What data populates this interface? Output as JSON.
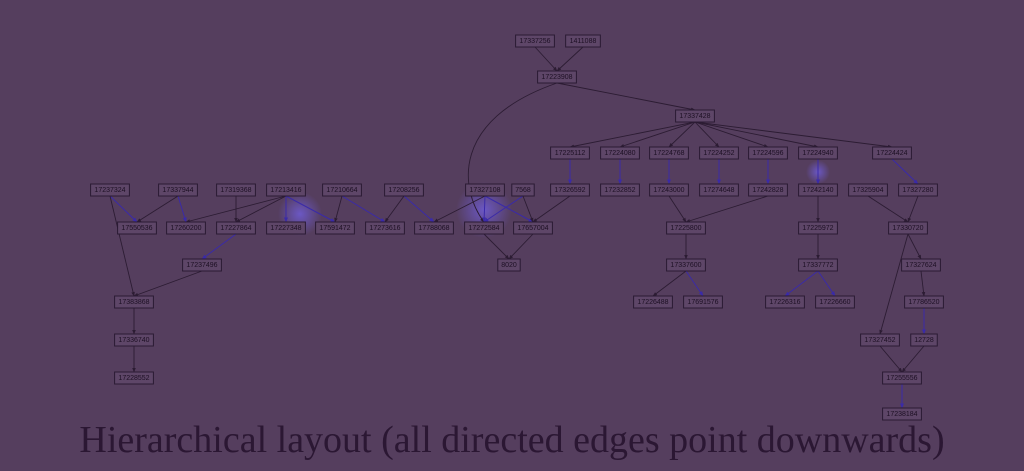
{
  "caption": "Hierarchical layout (all directed edges point downwards)",
  "colors": {
    "background": "#553e5e",
    "node_fill": "#5e4668",
    "node_stroke": "#2a1a33",
    "edge": "#2c1c33",
    "edge_highlight": "#3a2aa8",
    "glow": "#6f5cd6"
  },
  "nodes": [
    {
      "id": "17337256",
      "label": "17337256"
    },
    {
      "id": "1411088",
      "label": "1411088"
    },
    {
      "id": "17223908",
      "label": "17223908"
    },
    {
      "id": "17337428",
      "label": "17337428"
    },
    {
      "id": "17225112",
      "label": "17225112"
    },
    {
      "id": "17224080",
      "label": "17224080"
    },
    {
      "id": "17224768",
      "label": "17224768"
    },
    {
      "id": "17224252",
      "label": "17224252"
    },
    {
      "id": "17224596",
      "label": "17224596"
    },
    {
      "id": "17224940",
      "label": "17224940"
    },
    {
      "id": "17224424",
      "label": "17224424"
    },
    {
      "id": "17237324",
      "label": "17237324"
    },
    {
      "id": "17337944",
      "label": "17337944"
    },
    {
      "id": "17319368",
      "label": "17319368"
    },
    {
      "id": "17213416",
      "label": "17213416"
    },
    {
      "id": "17210664",
      "label": "17210664"
    },
    {
      "id": "17208256",
      "label": "17208256"
    },
    {
      "id": "17327108",
      "label": "17327108"
    },
    {
      "id": "7568",
      "label": "7568"
    },
    {
      "id": "17326592",
      "label": "17326592"
    },
    {
      "id": "17232852",
      "label": "17232852"
    },
    {
      "id": "17243000",
      "label": "17243000"
    },
    {
      "id": "17274648",
      "label": "17274648"
    },
    {
      "id": "17242828",
      "label": "17242828"
    },
    {
      "id": "17242140",
      "label": "17242140"
    },
    {
      "id": "17325904",
      "label": "17325904"
    },
    {
      "id": "17327280",
      "label": "17327280"
    },
    {
      "id": "17550536",
      "label": "17550536"
    },
    {
      "id": "17260200",
      "label": "17260200"
    },
    {
      "id": "17227864",
      "label": "17227864"
    },
    {
      "id": "17227348",
      "label": "17227348"
    },
    {
      "id": "17591472",
      "label": "17591472"
    },
    {
      "id": "17273616",
      "label": "17273616"
    },
    {
      "id": "17788068",
      "label": "17788068"
    },
    {
      "id": "17272584",
      "label": "17272584"
    },
    {
      "id": "17657004",
      "label": "17657004"
    },
    {
      "id": "17225800",
      "label": "17225800"
    },
    {
      "id": "17225972",
      "label": "17225972"
    },
    {
      "id": "17330720",
      "label": "17330720"
    },
    {
      "id": "17237496",
      "label": "17237496"
    },
    {
      "id": "8020",
      "label": "8020"
    },
    {
      "id": "17337600",
      "label": "17337600"
    },
    {
      "id": "17337772",
      "label": "17337772"
    },
    {
      "id": "17327624",
      "label": "17327624"
    },
    {
      "id": "17383868",
      "label": "17383868"
    },
    {
      "id": "17226488",
      "label": "17226488"
    },
    {
      "id": "17691576",
      "label": "17691576"
    },
    {
      "id": "17226316",
      "label": "17226316"
    },
    {
      "id": "17226660",
      "label": "17226660"
    },
    {
      "id": "17786520",
      "label": "17786520"
    },
    {
      "id": "17336740",
      "label": "17336740"
    },
    {
      "id": "17327452",
      "label": "17327452"
    },
    {
      "id": "12728",
      "label": "12728"
    },
    {
      "id": "17228552",
      "label": "17228552"
    },
    {
      "id": "17255556",
      "label": "17255556"
    },
    {
      "id": "17238184",
      "label": "17238184"
    }
  ],
  "edges": [
    {
      "from": "17337256",
      "to": "17223908"
    },
    {
      "from": "1411088",
      "to": "17223908"
    },
    {
      "from": "17223908",
      "to": "17337428"
    },
    {
      "from": "17223908",
      "to": "17272584"
    },
    {
      "from": "17337428",
      "to": "17225112"
    },
    {
      "from": "17337428",
      "to": "17224080"
    },
    {
      "from": "17337428",
      "to": "17224768"
    },
    {
      "from": "17337428",
      "to": "17224252"
    },
    {
      "from": "17337428",
      "to": "17224596"
    },
    {
      "from": "17337428",
      "to": "17224940"
    },
    {
      "from": "17337428",
      "to": "17224424"
    },
    {
      "from": "17225112",
      "to": "17326592",
      "highlight": true
    },
    {
      "from": "17224080",
      "to": "17232852",
      "highlight": true
    },
    {
      "from": "17224768",
      "to": "17243000",
      "highlight": true
    },
    {
      "from": "17224252",
      "to": "17274648",
      "highlight": true
    },
    {
      "from": "17224596",
      "to": "17242828",
      "highlight": true
    },
    {
      "from": "17224940",
      "to": "17242140",
      "highlight": true
    },
    {
      "from": "17224424",
      "to": "17327280",
      "highlight": true
    },
    {
      "from": "17237324",
      "to": "17550536",
      "highlight": true
    },
    {
      "from": "17237324",
      "to": "17383868"
    },
    {
      "from": "17337944",
      "to": "17550536"
    },
    {
      "from": "17337944",
      "to": "17260200",
      "highlight": true
    },
    {
      "from": "17319368",
      "to": "17227864"
    },
    {
      "from": "17213416",
      "to": "17260200"
    },
    {
      "from": "17213416",
      "to": "17227864"
    },
    {
      "from": "17213416",
      "to": "17227348",
      "highlight": true
    },
    {
      "from": "17213416",
      "to": "17591472",
      "highlight": true
    },
    {
      "from": "17210664",
      "to": "17591472"
    },
    {
      "from": "17210664",
      "to": "17273616",
      "highlight": true
    },
    {
      "from": "17208256",
      "to": "17273616"
    },
    {
      "from": "17208256",
      "to": "17788068",
      "highlight": true
    },
    {
      "from": "17327108",
      "to": "17788068"
    },
    {
      "from": "17327108",
      "to": "17272584",
      "highlight": true
    },
    {
      "from": "17327108",
      "to": "17657004",
      "highlight": true
    },
    {
      "from": "7568",
      "to": "17272584",
      "highlight": true
    },
    {
      "from": "7568",
      "to": "17657004"
    },
    {
      "from": "17326592",
      "to": "17657004"
    },
    {
      "from": "17243000",
      "to": "17225800"
    },
    {
      "from": "17242828",
      "to": "17225800"
    },
    {
      "from": "17242140",
      "to": "17225972"
    },
    {
      "from": "17325904",
      "to": "17330720"
    },
    {
      "from": "17327280",
      "to": "17330720"
    },
    {
      "from": "17227864",
      "to": "17237496",
      "highlight": true
    },
    {
      "from": "17272584",
      "to": "8020"
    },
    {
      "from": "17657004",
      "to": "8020"
    },
    {
      "from": "17225800",
      "to": "17337600"
    },
    {
      "from": "17225972",
      "to": "17337772"
    },
    {
      "from": "17330720",
      "to": "17327624"
    },
    {
      "from": "17330720",
      "to": "17327452"
    },
    {
      "from": "17237496",
      "to": "17383868"
    },
    {
      "from": "17337600",
      "to": "17226488"
    },
    {
      "from": "17337600",
      "to": "17691576",
      "highlight": true
    },
    {
      "from": "17337772",
      "to": "17226316",
      "highlight": true
    },
    {
      "from": "17337772",
      "to": "17226660",
      "highlight": true
    },
    {
      "from": "17327624",
      "to": "17786520"
    },
    {
      "from": "17383868",
      "to": "17336740"
    },
    {
      "from": "17786520",
      "to": "12728",
      "highlight": true
    },
    {
      "from": "17336740",
      "to": "17228552"
    },
    {
      "from": "17327452",
      "to": "17255556"
    },
    {
      "from": "12728",
      "to": "17255556"
    },
    {
      "from": "17255556",
      "to": "17238184",
      "highlight": true
    }
  ]
}
